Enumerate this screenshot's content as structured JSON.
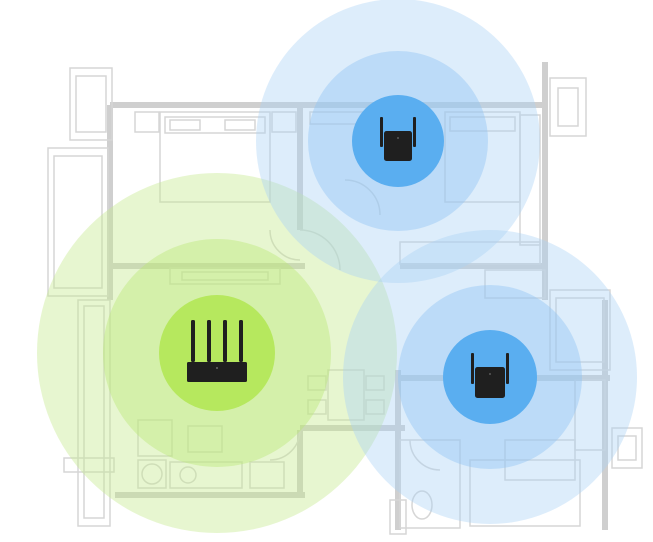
{
  "colors": {
    "background": "#ffffff",
    "floorplan_line": "#d6d6d6",
    "floorplan_wall": "#c9c9c9",
    "router_coverage_outer": "#e4f5c9",
    "router_coverage_middle": "#cdef9a",
    "router_coverage_core": "#b6e85e",
    "extender_coverage_outer": "#dcecfb",
    "extender_coverage_middle": "#bcdcf8",
    "extender_coverage_core": "#5aaef0",
    "device_body": "#1f1f1f"
  },
  "icons": {
    "router": "wifi-router-icon",
    "extender": "wifi-extender-icon"
  },
  "devices": [
    {
      "name": "main-router",
      "kind": "router"
    },
    {
      "name": "extender-top",
      "kind": "extender"
    },
    {
      "name": "extender-bottom",
      "kind": "extender"
    }
  ]
}
